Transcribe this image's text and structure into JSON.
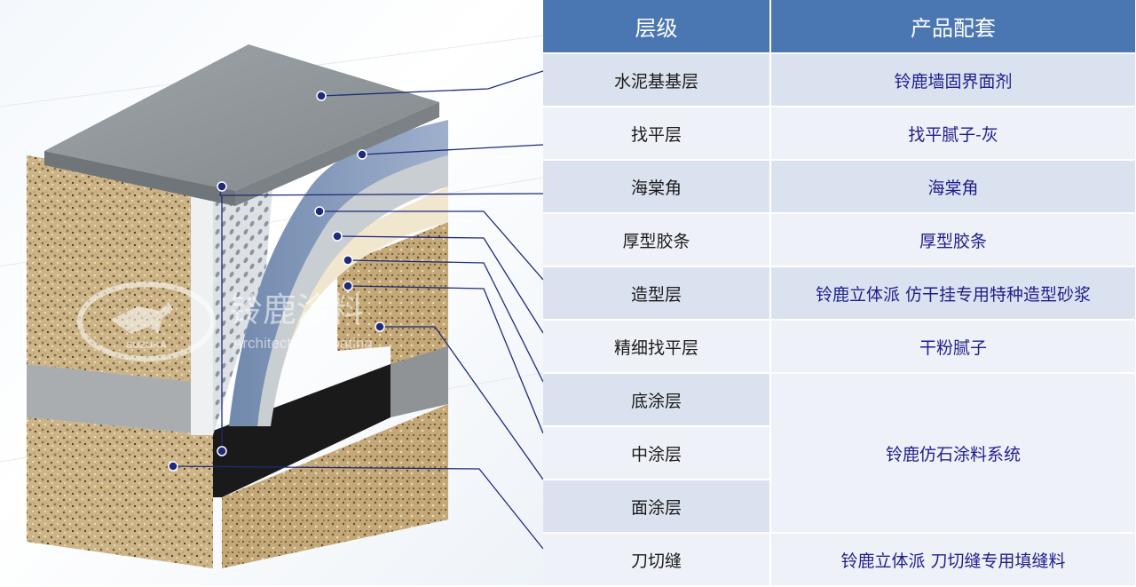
{
  "table": {
    "headers": {
      "layer": "层级",
      "product": "产品配套"
    },
    "rows": [
      {
        "layer": "水泥基基层",
        "product": "铃鹿墙固界面剂"
      },
      {
        "layer": "找平层",
        "product": "找平腻子-灰"
      },
      {
        "layer": "海棠角",
        "product": "海棠角"
      },
      {
        "layer": "厚型胶条",
        "product": "厚型胶条"
      },
      {
        "layer": "造型层",
        "product": "铃鹿立体派 仿干挂专用特种造型砂浆"
      },
      {
        "layer": "精细找平层",
        "product": "干粉腻子"
      },
      {
        "layer": "底涂层",
        "product": ""
      },
      {
        "layer": "中涂层",
        "product": "铃鹿仿石涂料系统"
      },
      {
        "layer": "面涂层",
        "product": ""
      },
      {
        "layer": "刀切缝",
        "product": "铃鹿立体派 刀切缝专用填缝料"
      }
    ],
    "merged_product": "铃鹿仿石涂料系统"
  },
  "watermark": {
    "brand_cn": "铃鹿涂料",
    "brand_en": "Architectural Coating",
    "logo_text": "SUZUKA",
    "registered": "®"
  },
  "colors": {
    "header_bg": "#4a76b2",
    "row_odd": "#dbe2ef",
    "row_even": "#eef1f7",
    "product_text": "#1e1e8c",
    "leader_line": "#1f2a7a"
  }
}
